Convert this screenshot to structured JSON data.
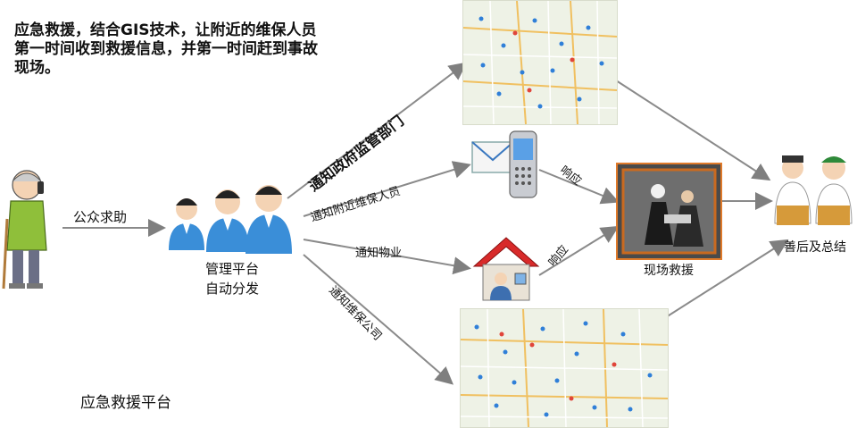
{
  "intro": {
    "line1": "应急救援，结合GIS技术，让附近的维保人员",
    "line2": "第一时间收到救援信息，并第一时间赶到事故",
    "line3": "现场。"
  },
  "caller": {
    "label": "公众求助"
  },
  "platform": {
    "line1": "管理平台",
    "line2": "自动分发"
  },
  "arrows": {
    "gov": "通知政府监管部门",
    "nearby": "通知附近维保人员",
    "property": "通知物业",
    "company": "通知维保公司",
    "respond1": "响应",
    "respond2": "响应"
  },
  "scene": {
    "label": "现场救援"
  },
  "summary": {
    "label": "善后及总结"
  },
  "footer": {
    "title": "应急救援平台"
  }
}
